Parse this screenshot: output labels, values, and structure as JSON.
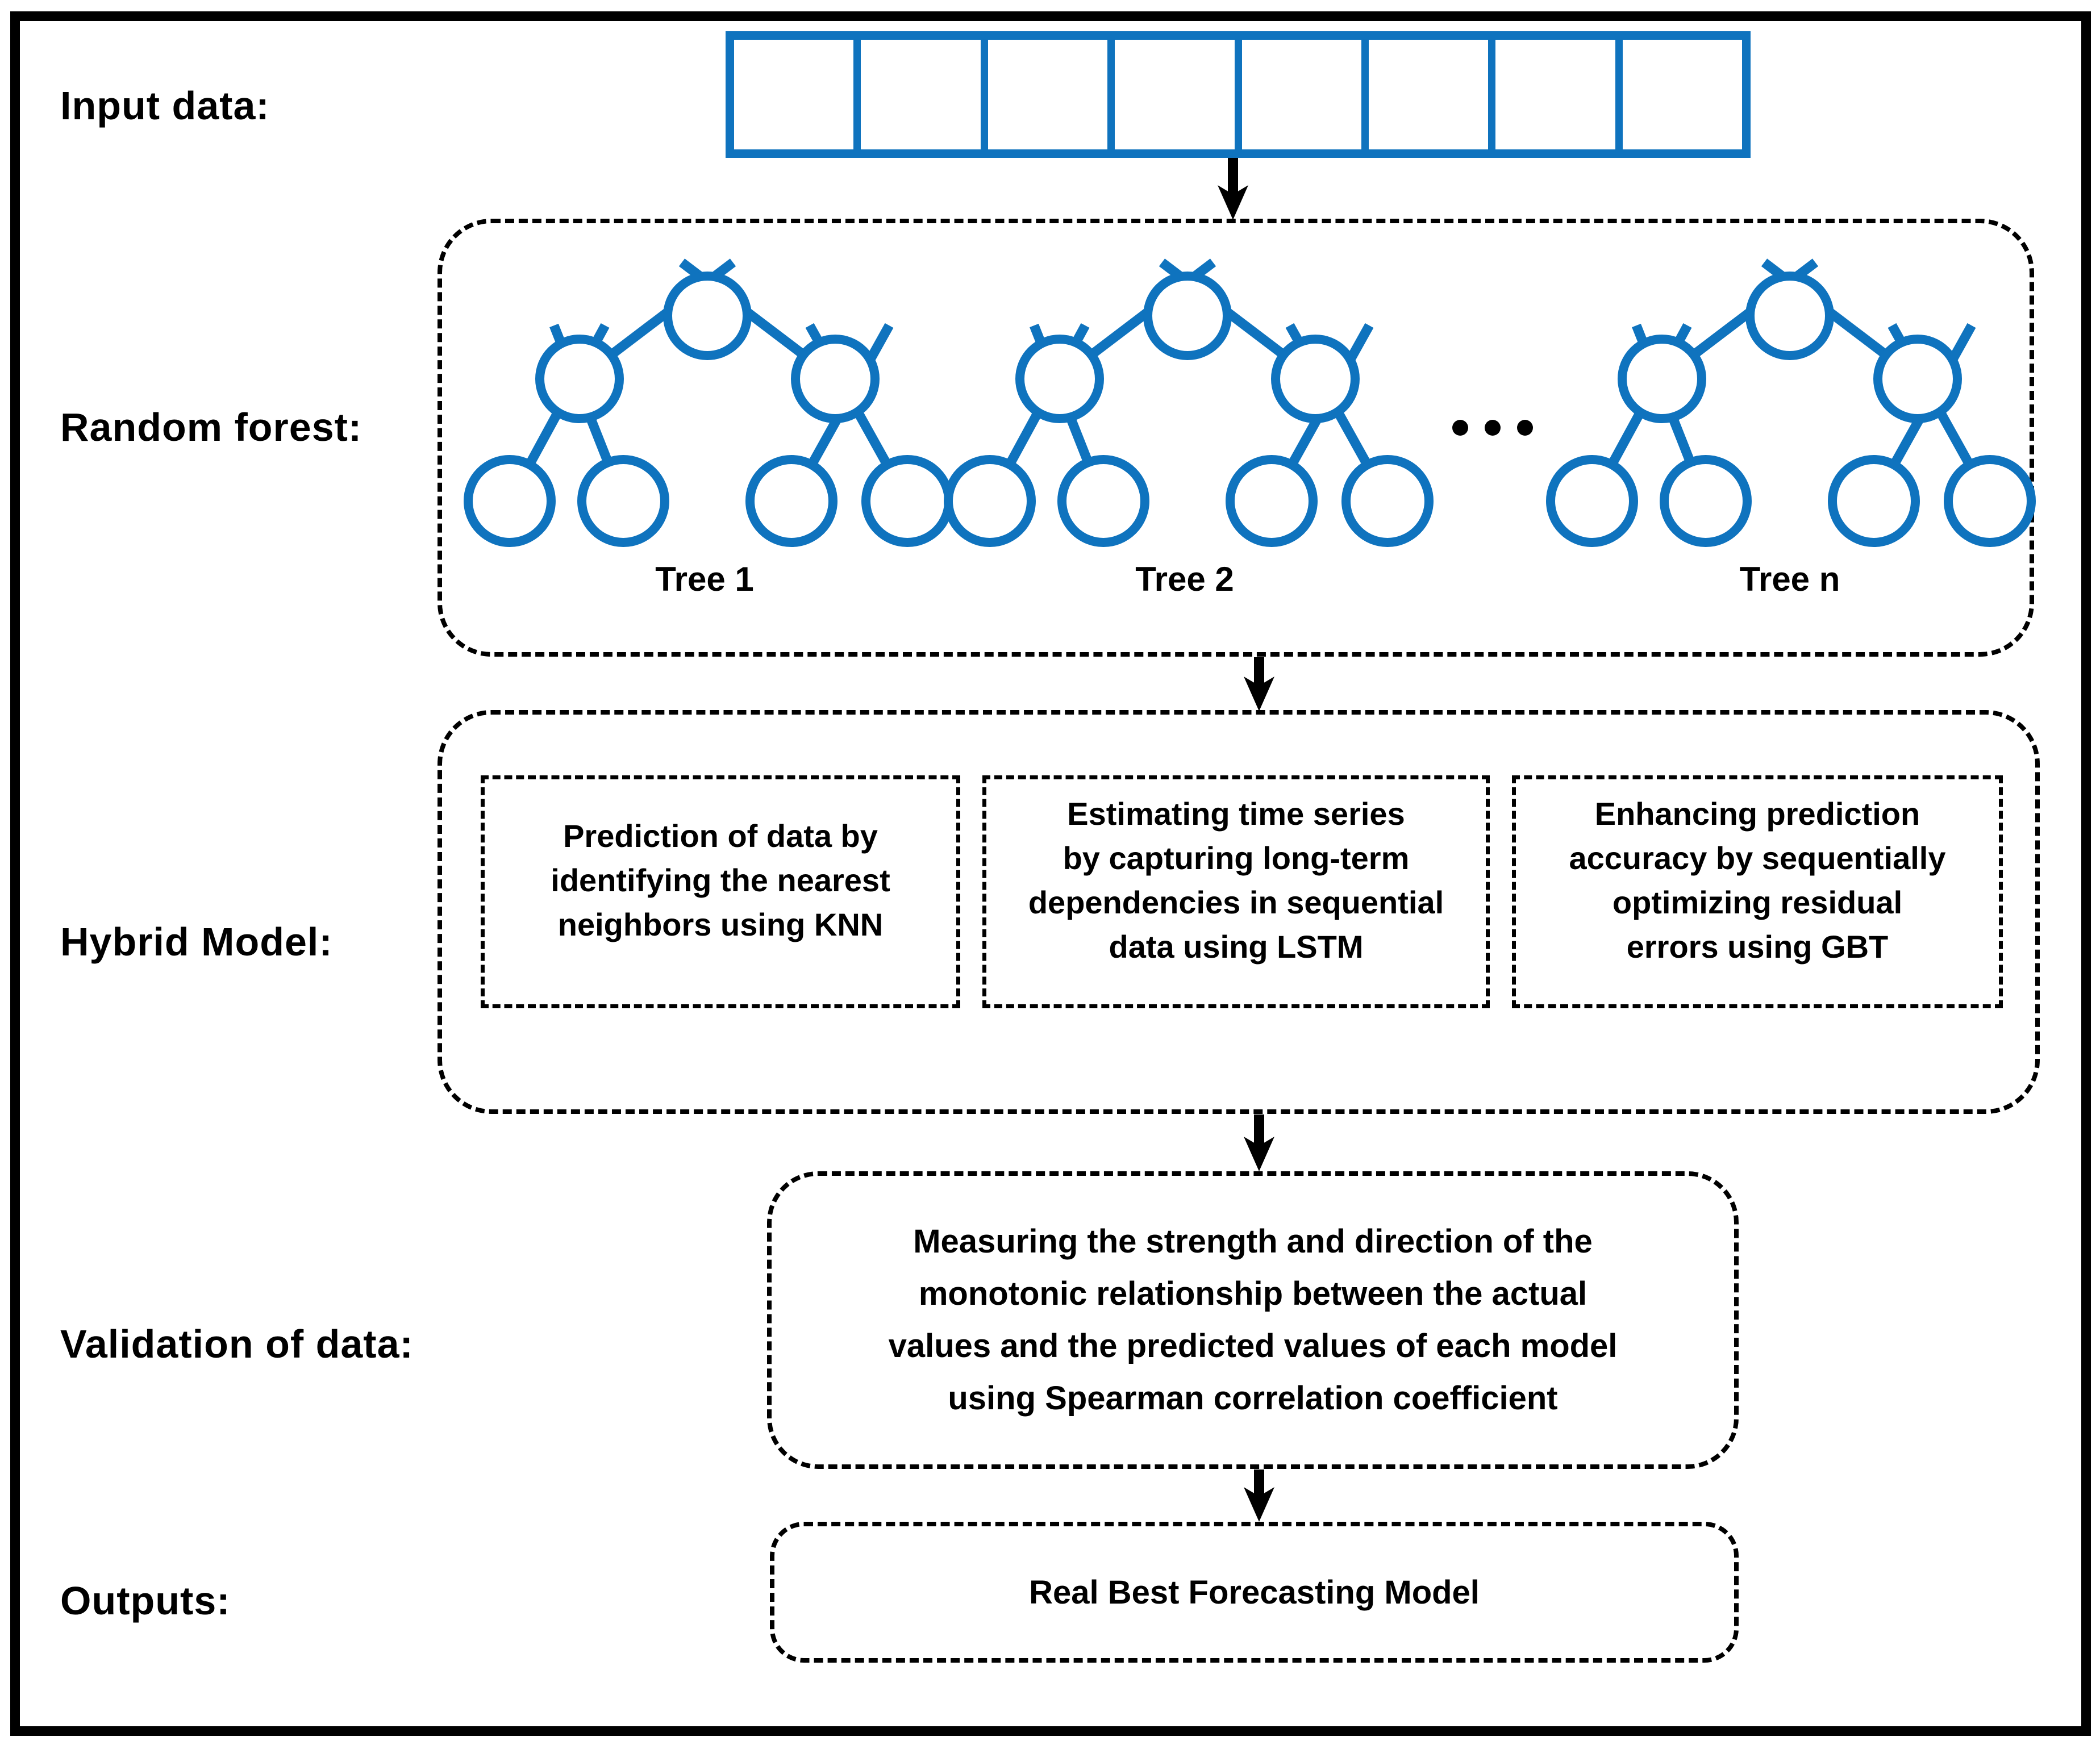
{
  "colors": {
    "accent_blue": "#0F73BE",
    "line_black": "#000000"
  },
  "stages": {
    "input_label": "Input data:",
    "forest_label": "Random forest:",
    "hybrid_label": "Hybrid Model:",
    "validation_label": "Validation of data:",
    "outputs_label": "Outputs:"
  },
  "input": {
    "cells": 8
  },
  "random_forest": {
    "trees": [
      {
        "label": "Tree 1"
      },
      {
        "label": "Tree 2"
      },
      {
        "label": "Tree n"
      }
    ],
    "ellipsis": "..."
  },
  "hybrid_model": {
    "boxes": [
      {
        "name": "knn",
        "lines": [
          "Prediction of data by",
          "identifying the nearest",
          "neighbors using KNN"
        ]
      },
      {
        "name": "lstm",
        "lines": [
          "Estimating time series",
          "by capturing long-term",
          "dependencies in sequential",
          "data using LSTM"
        ]
      },
      {
        "name": "gbt",
        "lines": [
          "Enhancing prediction",
          "accuracy by sequentially",
          "optimizing residual",
          "errors using GBT"
        ]
      }
    ]
  },
  "validation": {
    "lines": [
      "Measuring the strength and direction of the",
      "monotonic relationship between the actual",
      "values and the predicted values of each model",
      "using Spearman correlation coefficient"
    ]
  },
  "outputs": {
    "text": "Real Best Forecasting Model"
  }
}
